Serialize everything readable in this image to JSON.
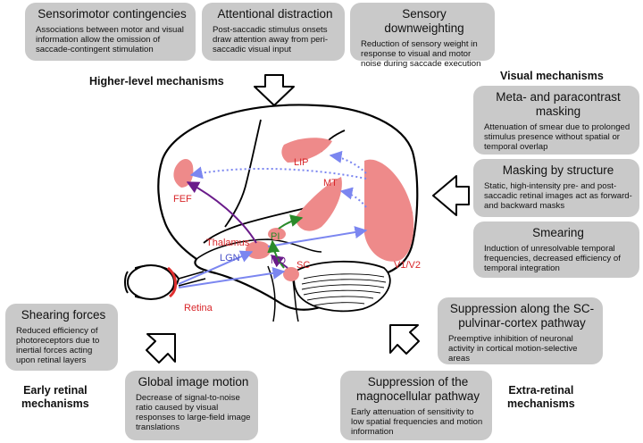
{
  "boxes": {
    "sensorimotor": {
      "title": "Sensorimotor contingencies",
      "desc": "Associations between motor and visual information allow the omission of saccade-contingent stimulation"
    },
    "attentional": {
      "title": "Attentional distraction",
      "desc": "Post-saccadic stimulus onsets draw attention away from peri-saccadic visual input"
    },
    "sensory_down": {
      "title": "Sensory downweighting",
      "desc": "Reduction of sensory weight in response to visual and motor noise during saccade execution"
    },
    "meta": {
      "title": "Meta- and paracontrast masking",
      "desc": "Attenuation of smear due to prolonged stimulus presence without spatial or temporal overlap"
    },
    "structure": {
      "title": "Masking by structure",
      "desc": "Static, high-intensity pre- and post-saccadic retinal images act as forward- and backward masks"
    },
    "smearing": {
      "title": "Smearing",
      "desc": "Induction of unresolvable temporal frequencies, decreased efficiency of temporal integration"
    },
    "sc_pulvinar": {
      "title": "Suppression along the SC-pulvinar-cortex pathway",
      "desc": "Preemptive inhibition of neuronal activity in cortical motion-selective areas"
    },
    "magno": {
      "title": "Suppression of the magnocellular pathway",
      "desc": "Early attenuation of sensitivity to low spatial frequencies and motion information"
    },
    "shearing": {
      "title": "Shearing forces",
      "desc": "Reduced efficiency of photoreceptors due to inertial forces acting upon retinal layers"
    },
    "global_motion": {
      "title": "Global image motion",
      "desc": "Decrease of signal-to-noise ratio caused by visual responses to large-field image translations"
    }
  },
  "headers": {
    "higher": "Higher-level mechanisms",
    "visual": "Visual mechanisms",
    "early_1": "Early retinal",
    "early_2": "mechanisms",
    "extra_1": "Extra-retinal",
    "extra_2": "mechanisms"
  },
  "regions": {
    "fef": "FEF",
    "lip": "LIP",
    "mt": "MT",
    "thalamus": "Thalamus",
    "pi": "PI",
    "lgn": "LGN",
    "md": "MD",
    "sc": "SC",
    "v1v2": "V1/V2",
    "retina": "Retina"
  },
  "colors": {
    "box_fill": "#c9c9c9",
    "region_fill": "#ee8a8a",
    "region_text": "#d8262a",
    "blue_arrow": "#7b86f0",
    "purple_arrow": "#6a1b8a",
    "green_arrow": "#2a8a2a"
  }
}
